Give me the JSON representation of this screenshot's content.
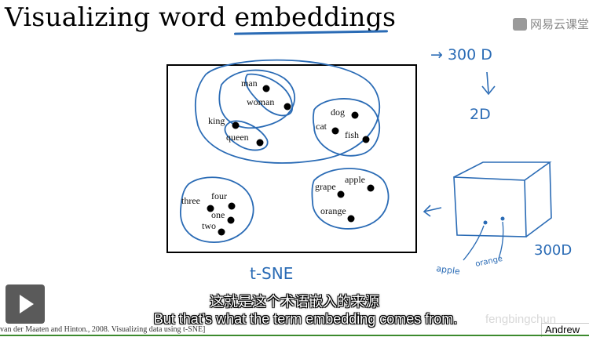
{
  "slide": {
    "title": "Visualizing word embeddings",
    "watermark": "网易云课堂",
    "speaker": "Andrew",
    "reference": "van der Maaten and Hinton., 2008. Visualizing data using t-SNE]",
    "caption": "t-SNE"
  },
  "annotations": {
    "dim_high": "→ 300 D",
    "dim_low": "2D",
    "cube_label": "300D",
    "apple_label": "apple",
    "orange_label": "orange"
  },
  "words": {
    "man": "man",
    "woman": "woman",
    "king": "king",
    "queen": "queen",
    "dog": "dog",
    "cat": "cat",
    "fish": "fish",
    "three": "three",
    "four": "four",
    "one": "one",
    "two": "two",
    "apple": "apple",
    "grape": "grape",
    "orange": "orange"
  },
  "subtitles": {
    "chinese": "这就是这个术语嵌入的来源",
    "english": "But that's what the term embedding comes from."
  },
  "overlay": {
    "csdn": "fengbingchun"
  },
  "player": {
    "play_icon": "play-icon"
  },
  "colors": {
    "ink": "#2a6bb5",
    "subtitle": "#ffffff",
    "player": "#5a5a5a"
  }
}
